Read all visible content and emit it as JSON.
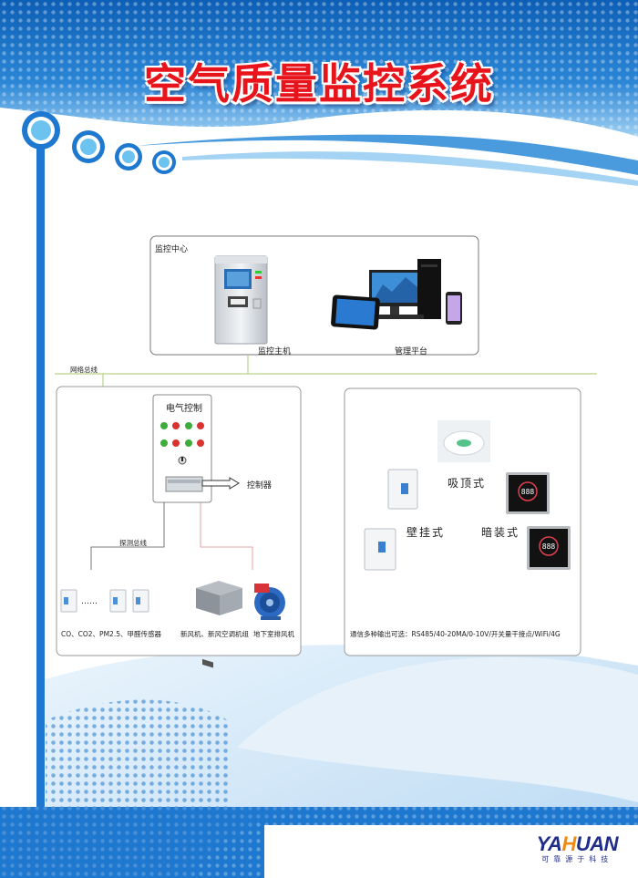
{
  "title": "空气质量监控系统",
  "diagram": {
    "monitor_center": {
      "label": "监控中心",
      "host_label": "监控主机",
      "platform_label": "管理平台"
    },
    "network_bus_label": "网络总线",
    "electric_control": {
      "label": "电气控制",
      "controller_label": "控制器"
    },
    "detect_bus_label": "探测总线",
    "ellipsis": "……",
    "sensors_label": "CO、CO2、PM2.5、甲醛传感器",
    "fresh_air_label": "新风机、新风空调机组",
    "basement_fan_label": "地下室排风机",
    "product_styles": {
      "ceiling": "吸顶式",
      "wall": "壁挂式",
      "concealed": "暗装式"
    },
    "comm_note": "通信多种输出可选：RS485/40-20MA/0-10V/开关量干接点/WiFi/4G"
  },
  "logo": {
    "brand_left": "YA",
    "brand_mid": "H",
    "brand_right": "UAN",
    "subtitle": "可靠源于科技"
  },
  "colors": {
    "title_red": "#e8141b",
    "brand_blue": "#1f6fc2",
    "dark_blue": "#1f2d8a",
    "bus_line_green": "#b7d48a",
    "lamp_red": "#d8332e",
    "lamp_green": "#3eab3a"
  }
}
